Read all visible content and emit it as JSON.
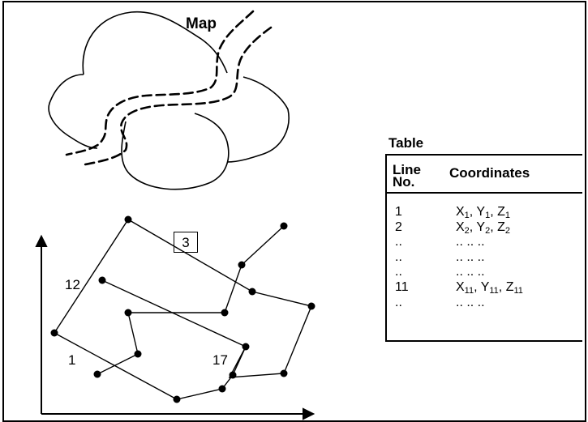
{
  "map": {
    "title": "Map"
  },
  "plot": {
    "segment_box_label": "3",
    "line_labels": [
      "12",
      "1",
      "17"
    ]
  },
  "table": {
    "title": "Table",
    "header": {
      "line_no": "Line No.",
      "coordinates": "Coordinates"
    },
    "rows": [
      {
        "line": "1",
        "coords": [
          "X",
          "1",
          ", Y",
          "1",
          ", Z",
          "1"
        ]
      },
      {
        "line": "2",
        "coords": [
          "X",
          "2",
          ", Y",
          "2",
          ", Z",
          "2"
        ]
      },
      {
        "line": "..",
        "coords": [
          ".. .. .."
        ]
      },
      {
        "line": "..",
        "coords": [
          ".. .. .."
        ]
      },
      {
        "line": "..",
        "coords": [
          ".. .. .."
        ]
      },
      {
        "line": "11",
        "coords": [
          "X",
          "11",
          ", Y",
          "11",
          ", Z",
          "11"
        ]
      },
      {
        "line": "..",
        "coords": [
          ".. .. .."
        ]
      }
    ]
  }
}
